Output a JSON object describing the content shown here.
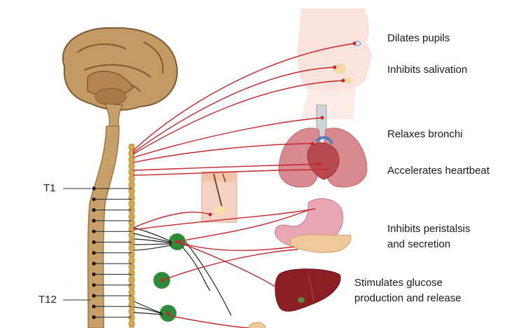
{
  "effects": [
    {
      "id": "pupils",
      "text": "Dilates pupils"
    },
    {
      "id": "salivation",
      "text": "Inhibits salivation"
    },
    {
      "id": "bronchi",
      "text": "Relaxes bronchi"
    },
    {
      "id": "heart",
      "text": "Accelerates heartbeat"
    },
    {
      "id": "peristalsis",
      "lines": [
        "Inhibits peristalsis",
        "and secretion"
      ]
    },
    {
      "id": "glucose",
      "lines": [
        "Stimulates glucose",
        "production and release"
      ]
    }
  ],
  "segments": {
    "top": "T1",
    "bottom": "T12"
  },
  "colors": {
    "brain": "#c39a63",
    "brain_dark": "#7d5a32",
    "spinal_cord": "#c8a06a",
    "nerve": "#c1272d",
    "ganglion": "#2e8b3a",
    "chain": "#d8b870",
    "lung": "#d98a8f",
    "heart": "#b84a4f",
    "stomach": "#e9a7b4",
    "liver": "#8c1f26",
    "pancreas": "#f0c99a",
    "skin": "#f6d2c5"
  }
}
